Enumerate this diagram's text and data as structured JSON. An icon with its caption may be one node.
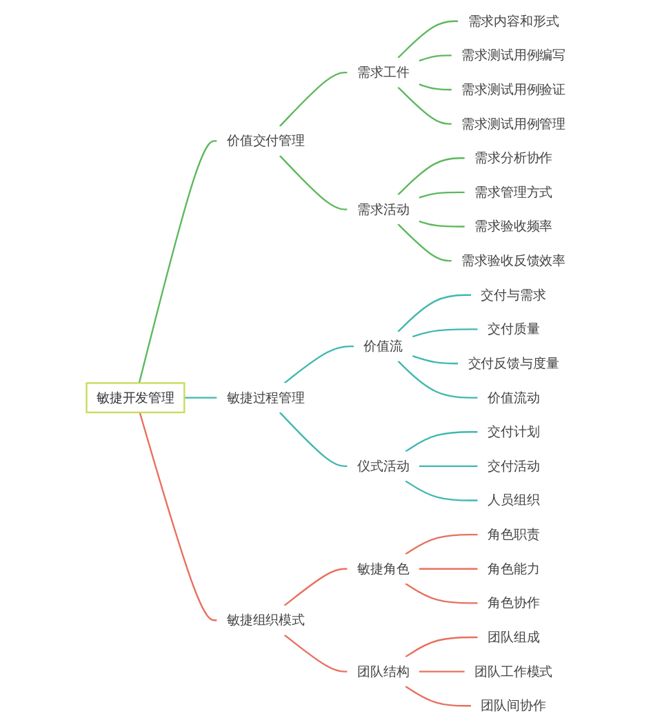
{
  "diagram": {
    "nodes": [
      {
        "text": [
          "敏捷开发管理"
        ]
      },
      {
        "text": [
          "价值交付管理"
        ]
      },
      {
        "text": [
          "需求工件"
        ]
      },
      {
        "text": [
          "需求内容和形式"
        ]
      },
      {
        "text": [
          "需求测试用例编写"
        ]
      },
      {
        "text": [
          "需求测试用例验证"
        ]
      },
      {
        "text": [
          "需求测试用例管理"
        ]
      },
      {
        "text": [
          "需求活动"
        ]
      },
      {
        "text": [
          "需求分析协作"
        ]
      },
      {
        "text": [
          "需求管理方式"
        ]
      },
      {
        "text": [
          "需求验收频率"
        ]
      },
      {
        "text": [
          "需求验收反馈效率"
        ]
      },
      {
        "text": [
          "敏捷过程管理"
        ]
      },
      {
        "text": [
          "价值流"
        ]
      },
      {
        "text": [
          "交付与需求"
        ]
      },
      {
        "text": [
          "交付质量"
        ]
      },
      {
        "text": [
          "交付反馈与度量"
        ]
      },
      {
        "text": [
          "价值流动"
        ]
      },
      {
        "text": [
          "仪式活动"
        ]
      },
      {
        "text": [
          "交付计划"
        ]
      },
      {
        "text": [
          "交付活动"
        ]
      },
      {
        "text": [
          "人员组织"
        ]
      },
      {
        "text": [
          "敏捷组织模式"
        ]
      },
      {
        "text": [
          "敏捷角色"
        ]
      },
      {
        "text": [
          "角色职责"
        ]
      },
      {
        "text": [
          "角色能力"
        ]
      },
      {
        "text": [
          "角色协作"
        ]
      },
      {
        "text": [
          "团队结构"
        ]
      },
      {
        "text": [
          "团队组成"
        ]
      },
      {
        "text": [
          "团队工作模式"
        ]
      },
      {
        "text": [
          "团队间协作"
        ]
      }
    ],
    "edges": [
      {
        "from": 0,
        "to": 1,
        "arrow": "none"
      },
      {
        "from": 1,
        "to": 2,
        "arrow": "none"
      },
      {
        "from": 2,
        "to": 3,
        "arrow": "none"
      },
      {
        "from": 2,
        "to": 4,
        "arrow": "none"
      },
      {
        "from": 2,
        "to": 5,
        "arrow": "none"
      },
      {
        "from": 2,
        "to": 6,
        "arrow": "none"
      },
      {
        "from": 1,
        "to": 7,
        "arrow": "none"
      },
      {
        "from": 7,
        "to": 8,
        "arrow": "none"
      },
      {
        "from": 7,
        "to": 9,
        "arrow": "none"
      },
      {
        "from": 7,
        "to": 10,
        "arrow": "none"
      },
      {
        "from": 7,
        "to": 11,
        "arrow": "none"
      },
      {
        "from": 0,
        "to": 12,
        "arrow": "none",
        "color": "#3fb8b0"
      },
      {
        "from": 12,
        "to": 13,
        "arrow": "none",
        "color": "#3fb8b0"
      },
      {
        "from": 13,
        "to": 14,
        "arrow": "none",
        "color": "#3fb8b0"
      },
      {
        "from": 13,
        "to": 15,
        "arrow": "none",
        "color": "#3fb8b0"
      },
      {
        "from": 13,
        "to": 16,
        "arrow": "none",
        "color": "#3fb8b0"
      },
      {
        "from": 13,
        "to": 17,
        "arrow": "none",
        "color": "#3fb8b0"
      },
      {
        "from": 12,
        "to": 18,
        "arrow": "none",
        "color": "#3fb8b0"
      },
      {
        "from": 18,
        "to": 19,
        "arrow": "none",
        "color": "#3fb8b0"
      },
      {
        "from": 18,
        "to": 20,
        "arrow": "none",
        "color": "#3fb8b0"
      },
      {
        "from": 18,
        "to": 21,
        "arrow": "none",
        "color": "#3fb8b0"
      },
      {
        "from": 0,
        "to": 22,
        "arrow": "none",
        "color": "#e8705f"
      },
      {
        "from": 22,
        "to": 23,
        "arrow": "none",
        "color": "#e8705f"
      },
      {
        "from": 23,
        "to": 24,
        "arrow": "none",
        "color": "#e8705f"
      },
      {
        "from": 23,
        "to": 25,
        "arrow": "none",
        "color": "#e8705f"
      },
      {
        "from": 23,
        "to": 26,
        "arrow": "none",
        "color": "#e8705f"
      },
      {
        "from": 22,
        "to": 27,
        "arrow": "none",
        "color": "#e8705f"
      },
      {
        "from": 27,
        "to": 28,
        "arrow": "none",
        "color": "#e8705f"
      },
      {
        "from": 27,
        "to": 29,
        "arrow": "none",
        "color": "#e8705f"
      },
      {
        "from": 27,
        "to": 30,
        "arrow": "none",
        "color": "#e8705f"
      }
    ]
  }
}
